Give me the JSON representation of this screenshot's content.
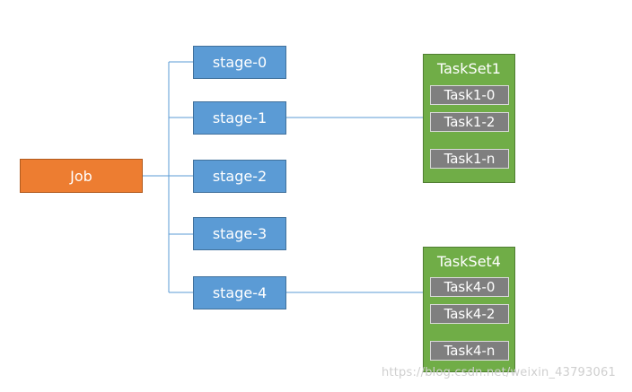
{
  "job": {
    "label": "Job"
  },
  "stages": [
    {
      "label": "stage-0"
    },
    {
      "label": "stage-1"
    },
    {
      "label": "stage-2"
    },
    {
      "label": "stage-3"
    },
    {
      "label": "stage-4"
    }
  ],
  "tasksets": [
    {
      "title": "TaskSet1",
      "tasks": [
        "Task1-0",
        "Task1-2",
        "Task1-n"
      ]
    },
    {
      "title": "TaskSet4",
      "tasks": [
        "Task4-0",
        "Task4-2",
        "Task4-n"
      ]
    }
  ],
  "watermark": "https://blog.csdn.net/weixin_43793061",
  "colors": {
    "job": "#ed7d31",
    "stage": "#5b9bd5",
    "taskset": "#70ad47",
    "task": "#7f7f7f",
    "connector": "#5b9bd5"
  }
}
